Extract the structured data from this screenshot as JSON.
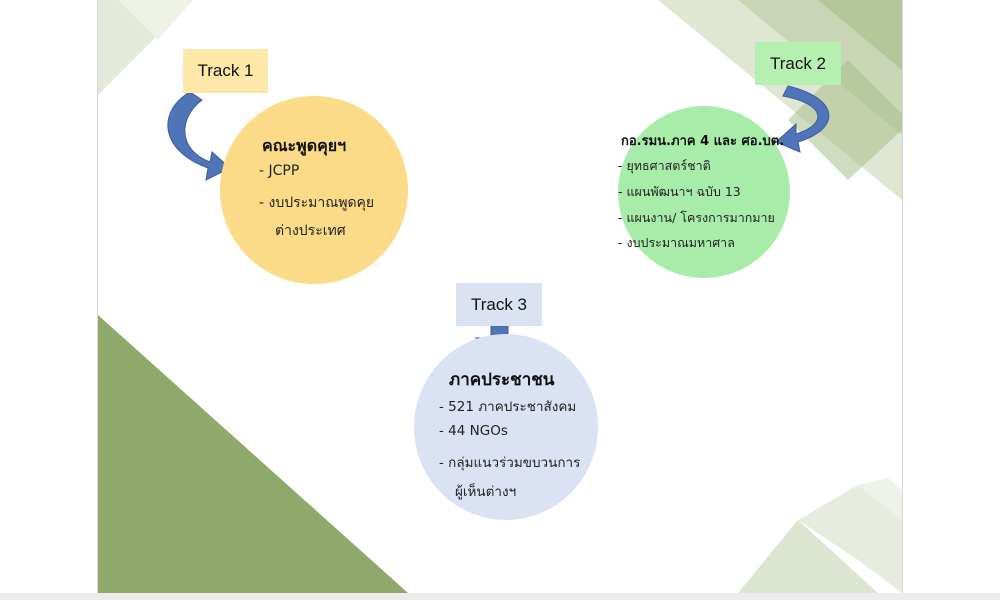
{
  "colors": {
    "track1_box": "#fde7a9",
    "track2_box": "#b6f0b1",
    "track3_box": "#dbe3f3",
    "circle1": "#fbdb87",
    "circle2": "#a8ecaa",
    "circle3": "#dbe2f3",
    "arrow": "#4f74b8",
    "decor_green": "#8fa96b"
  },
  "tracks": [
    {
      "label": "Track 1",
      "title": "คณะพูดคุยฯ",
      "items": [
        "- JCPP",
        "- งบประมาณพูดคุย",
        "ต่างประเทศ"
      ]
    },
    {
      "label": "Track 2",
      "title": "กอ.รมน.ภาค 4 และ ศอ.บต.",
      "items": [
        "- ยุทธศาสตร์ชาติ",
        "- แผนพัฒนาฯ ฉบับ 13",
        "- แผนงาน/ โครงการมากมาย",
        "- งบประมาณมหาศาล"
      ]
    },
    {
      "label": "Track 3",
      "title": "ภาคประชาชน",
      "items": [
        "- 521 ภาคประชาสังคม",
        "- 44 NGOs",
        "- กลุ่มแนวร่วมขบวนการ",
        "ผู้เห็นต่างฯ"
      ]
    }
  ]
}
